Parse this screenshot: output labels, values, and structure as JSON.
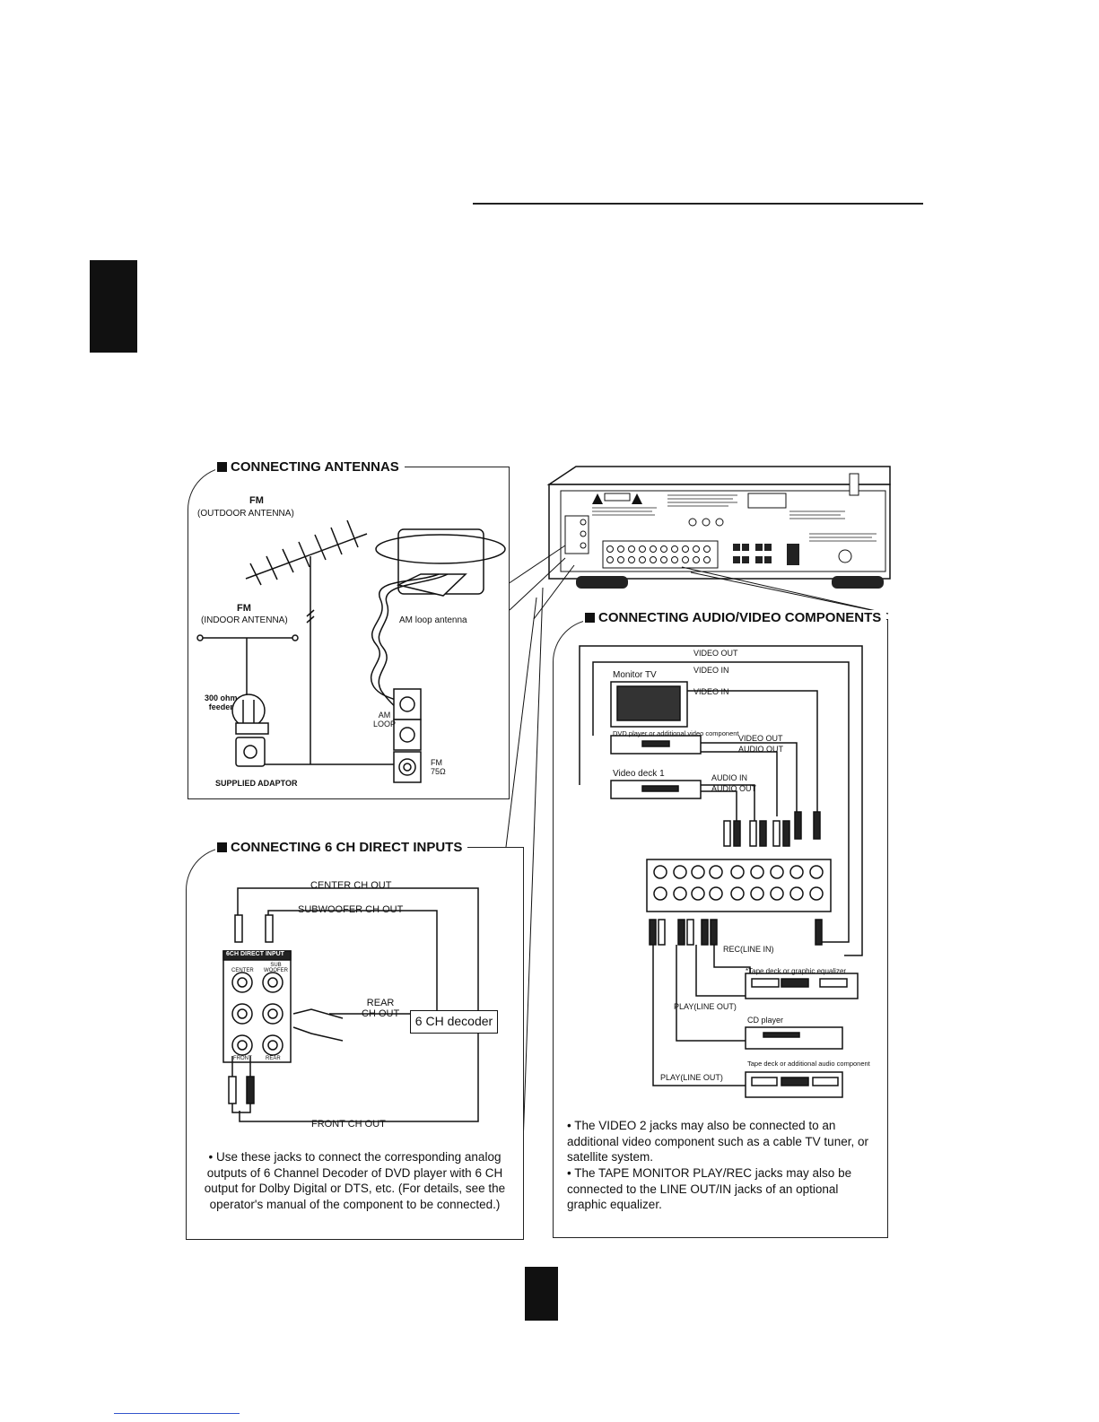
{
  "antennas": {
    "title": "CONNECTING ANTENNAS",
    "fm_outdoor": "FM",
    "fm_outdoor_sub": "(OUTDOOR ANTENNA)",
    "fm_indoor": "FM",
    "fm_indoor_sub": "(INDOOR ANTENNA)",
    "am_loop": "AM loop antenna",
    "feeder": "300 ohm\nfeeder",
    "adaptor": "SUPPLIED  ADAPTOR",
    "am_terminal": "AM\nLOOP",
    "fm_terminal": "FM\n75Ω"
  },
  "direct": {
    "title": "CONNECTING 6 CH DIRECT INPUTS",
    "center_out": "CENTER CH OUT",
    "sub_out": "SUBWOOFER CH OUT",
    "rear_out": "REAR\nCH OUT",
    "decoder": "6 CH decoder",
    "front_out": "FRONT CH OUT",
    "panel_title": "6CH DIRECT INPUT",
    "jack_center": "CENTER",
    "jack_sub": "SUB\nWOOFER",
    "jack_front": "FRONT",
    "jack_rear": "REAR",
    "note": "• Use these jacks to connect the corresponding analog outputs of 6 Channel Decoder of DVD player with  6 CH output for Dolby Digital or DTS, etc. (For details, see the operator's manual of the component to be connected.)"
  },
  "av": {
    "title": "CONNECTING AUDIO/VIDEO COMPONENTS",
    "video_out": "VIDEO OUT",
    "video_in_1": "VIDEO IN",
    "monitor": "Monitor TV",
    "video_in_2": "VIDEO IN",
    "dvd": "DVD player or additional video component",
    "dvd_video_out": "VIDEO OUT",
    "dvd_audio_out": "AUDIO OUT",
    "deck1": "Video deck 1",
    "audio_in": "AUDIO IN",
    "audio_out": "AUDIO OUT",
    "rec": "REC(LINE IN)",
    "tape_eq": "*Tape deck or graphic equalizer",
    "play1": "PLAY(LINE OUT)",
    "cd": "CD player",
    "tape2": "Tape deck or additional audio component",
    "play2": "PLAY(LINE OUT)",
    "note1": "• The VIDEO 2 jacks may also be connected to an additional video component such as a cable TV tuner,  or satellite system.",
    "note2": "• The TAPE MONITOR PLAY/REC jacks may also be connected to the LINE OUT/IN jacks of an optional graphic equalizer."
  }
}
